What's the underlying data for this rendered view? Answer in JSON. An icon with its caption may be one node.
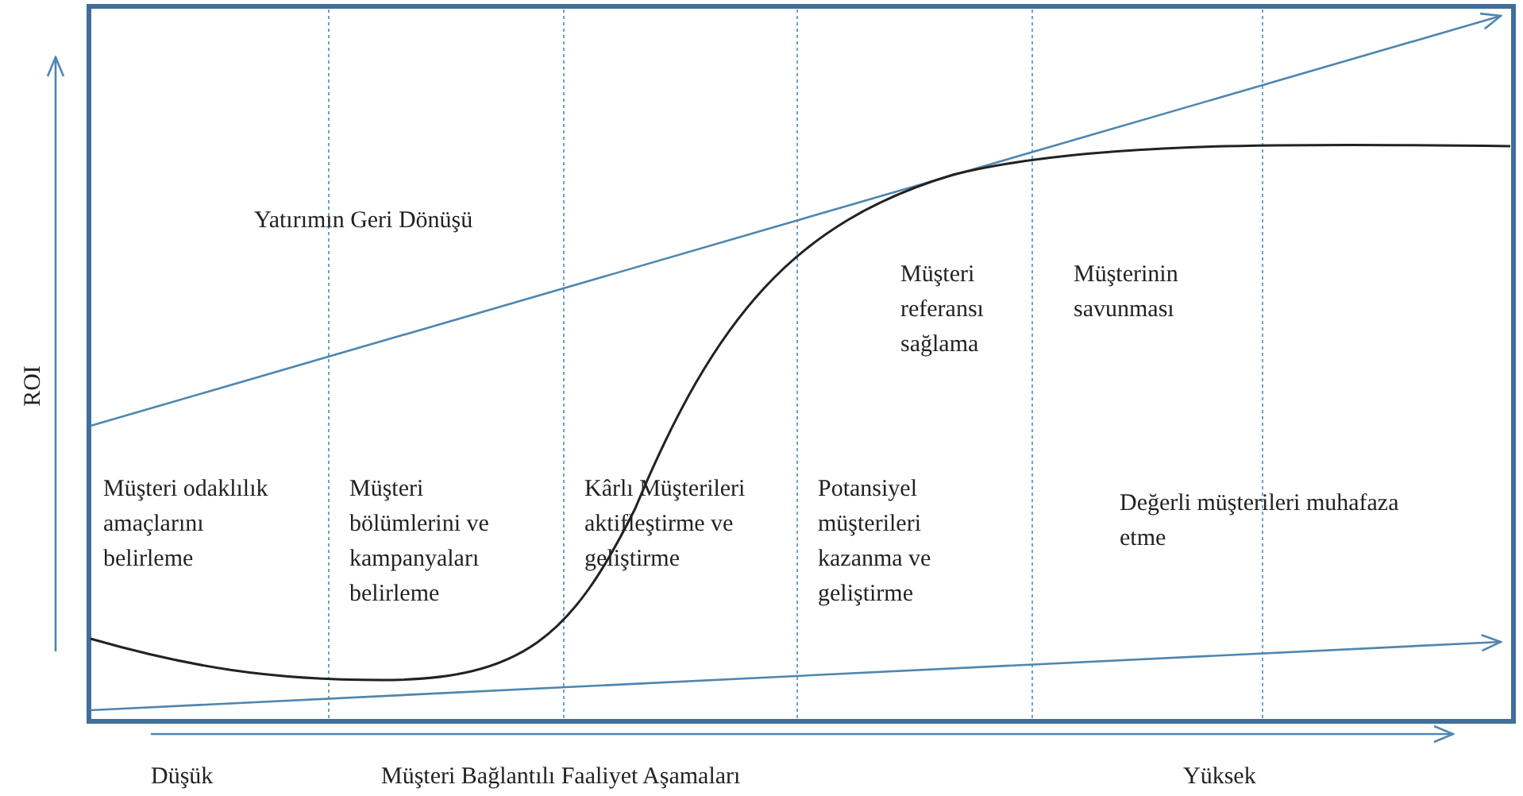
{
  "diagram": {
    "labels": [
      "Yatırımın Geri Dönüşü",
      "Müşteri referansı sağlama",
      "Müşterinin savunması",
      "ROI",
      "Müşteri odaklılık amaçlarını belirleme",
      "Müşteri bölümlerini ve kampanyaları belirleme",
      "Kârlı Müşterileri aktifleştirme ve geliştirme",
      "Potansiyel müşterileri kazanma ve geliştirme",
      "Değerli müşterileri muhafaza etme",
      "Düşük",
      "Müşteri Bağlantılı Faaliyet Aşamaları",
      "Yüksek"
    ]
  }
}
